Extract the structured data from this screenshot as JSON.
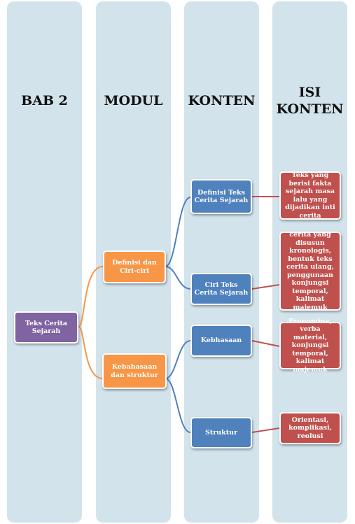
{
  "columns": [
    {
      "title": "BAB 2"
    },
    {
      "title": "MODUL"
    },
    {
      "title": "KONTEN"
    },
    {
      "title": "ISI\nKONTEN"
    }
  ],
  "nodes": {
    "root": "Teks Cerita Sejarah",
    "modul_1": "Definisi dan Ciri-ciri",
    "modul_2": "Kebahasaan dan struktur",
    "konten_1": "Definisi Teks Cerita Sejarah",
    "konten_2": "Ciri Teks Cerita Sejarah",
    "konten_3": "Kebhasaan",
    "konten_4": "Struktur",
    "isi_1": "Teks yang berisi fakta sejarah masa lalu yang dijadikan inti cerita",
    "isi_2": "cerita yang disusun kronologis, bentuk teks cerita ulang, penggunaan konjungsi temporal, kalimat majemuk",
    "isi_3": "Pronomina, verba material, konjungsi temporal, kalimat majemuk",
    "isi_4": "Orientasi, komplikasi, reolusi"
  },
  "colors": {
    "column_bg": "#d2e3eb",
    "root": "#8064a2",
    "modul": "#f79646",
    "konten": "#4f81bd",
    "isi": "#c0504d"
  }
}
